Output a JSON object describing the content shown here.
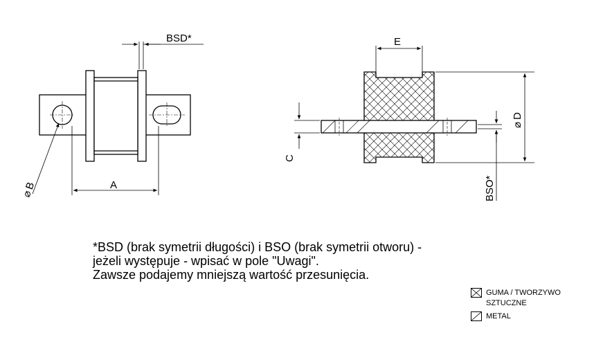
{
  "labels": {
    "bsd": "BSD*",
    "a": "A",
    "b": "B",
    "e": "E",
    "c": "C",
    "d": "D",
    "bso": "BSO*",
    "diameter_symbol": "⌀"
  },
  "notes": [
    "*BSD (brak symetrii długości) i BSO (brak symetrii otworu) -",
    "jeżeli występuje - wpisać w pole \"Uwagi\".",
    "Zawsze podajemy mniejszą wartość przesunięcia."
  ],
  "legend": {
    "rubber_line1": "GUMA / TWORZYWO",
    "rubber_line2": "SZTUCZNE",
    "metal": "METAL"
  }
}
